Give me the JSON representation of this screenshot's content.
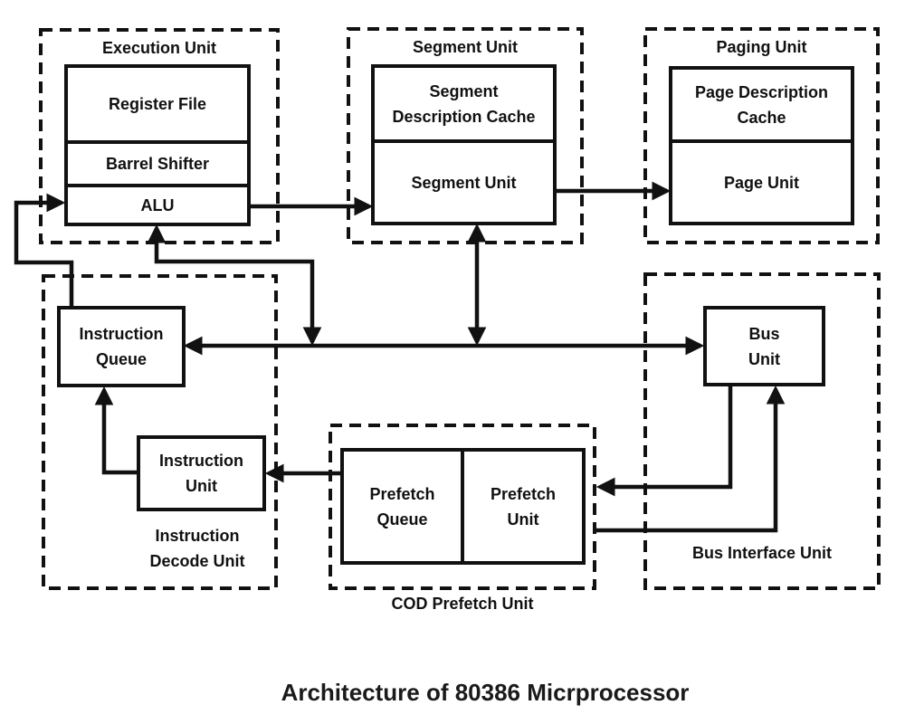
{
  "title": "Architecture of 80386 Micrprocessor",
  "units": {
    "execution": {
      "title": "Execution Unit",
      "register_file": "Register File",
      "barrel_shifter": "Barrel Shifter",
      "alu": "ALU"
    },
    "segment": {
      "title": "Segment Unit",
      "cache_line1": "Segment",
      "cache_line2": "Description Cache",
      "unit": "Segment Unit"
    },
    "paging": {
      "title": "Paging Unit",
      "cache_line1": "Page Description",
      "cache_line2": "Cache",
      "unit": "Page Unit"
    },
    "decode": {
      "title_line1": "Instruction",
      "title_line2": "Decode Unit",
      "queue_line1": "Instruction",
      "queue_line2": "Queue",
      "unit_line1": "Instruction",
      "unit_line2": "Unit"
    },
    "prefetch": {
      "title": "COD Prefetch Unit",
      "queue_line1": "Prefetch",
      "queue_line2": "Queue",
      "unit_line1": "Prefetch",
      "unit_line2": "Unit"
    },
    "bus": {
      "title": "Bus Interface Unit",
      "unit_line1": "Bus",
      "unit_line2": "Unit"
    }
  },
  "colors": {
    "stroke": "#111111",
    "text": "#111111",
    "background": "#ffffff"
  }
}
